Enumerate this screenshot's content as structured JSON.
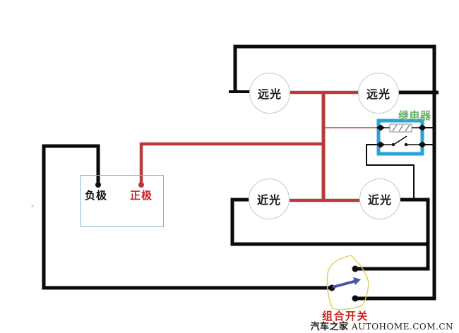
{
  "diagram": {
    "title_none_visible": "",
    "lamps": [
      {
        "id": "high-beam-left",
        "label": "远光"
      },
      {
        "id": "high-beam-right",
        "label": "远光"
      },
      {
        "id": "low-beam-left",
        "label": "近光"
      },
      {
        "id": "low-beam-right",
        "label": "近光"
      }
    ],
    "battery": {
      "negative_label": "负极",
      "positive_label": "正极"
    },
    "relay": {
      "label": "继电器"
    },
    "combination_switch": {
      "label": "组合开关"
    },
    "colors": {
      "wire_black": "#0a0a0a",
      "wire_red": "#b83c3c",
      "coil_feed_dark_red": "#9b4f4f",
      "relay_box_blue": "#2aa2d6",
      "relay_label_green": "#68b168",
      "positive_text_red": "#cc2222",
      "switch_label_red": "#cc2222",
      "switch_lever_blue": "#4a54a8",
      "switch_outline_yellow": "#e0cf58",
      "lamp_outline_blue": "#b5ccd6",
      "battery_outline_teal": "#7cb9c6"
    }
  },
  "watermark": {
    "site_cn": "汽车之家",
    "site_en": "AUTOHOME.COM.CN"
  }
}
